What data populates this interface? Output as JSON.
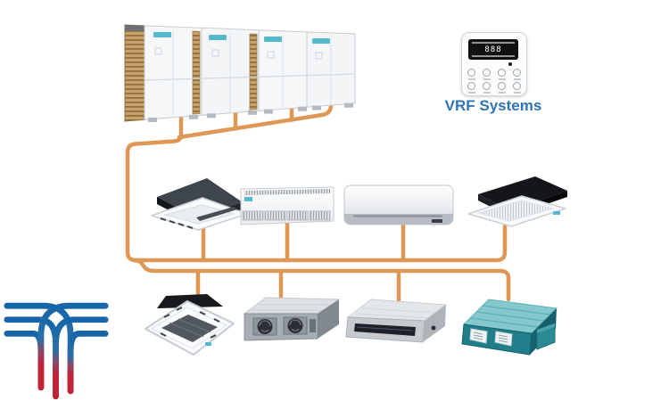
{
  "diagram_title": "VRF Systems",
  "controller": {
    "label": "VRF Systems",
    "lcd_value": "888",
    "label_color": "#2E74B5"
  },
  "colors": {
    "pipe_orange": "#DF9755",
    "accent_teal": "#54B9CF",
    "label_blue": "#2E74B5",
    "logo_blue": "#1565A8",
    "logo_red": "#C02236",
    "background": "#FFFFFF"
  },
  "outdoor_bank": {
    "title": "VRF outdoor unit bank (4 modules)",
    "module_count": "4"
  },
  "indoor_units": {
    "middle_row": [
      {
        "title": "Four-way cassette indoor unit"
      },
      {
        "title": "Ceiling suspended indoor unit"
      },
      {
        "title": "Wall mounted split indoor unit"
      },
      {
        "title": "One-way cassette indoor unit"
      }
    ],
    "bottom_row": [
      {
        "title": "Four-way cassette indoor unit"
      },
      {
        "title": "High static pressure duct indoor unit"
      },
      {
        "title": "Slim duct indoor unit"
      },
      {
        "title": "Ducted packaged indoor unit"
      }
    ]
  },
  "piping": {
    "title": "Refrigerant piping network"
  },
  "logo": {
    "title": "Company logo"
  }
}
